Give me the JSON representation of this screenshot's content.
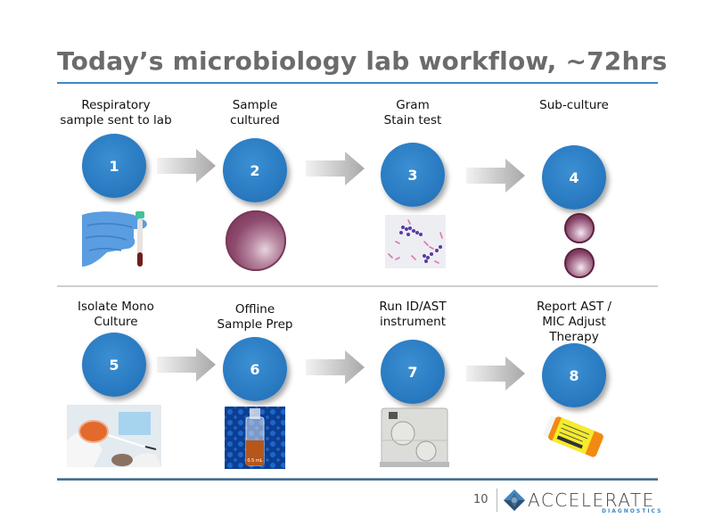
{
  "slide": {
    "title": "Today’s microbiology lab workflow, ~72hrs",
    "page_number": "10"
  },
  "steps": [
    {
      "number": "1",
      "label_lines": [
        "Respiratory",
        "sample sent to lab"
      ],
      "image": "gloved-hand-holding-blood-sample-tube"
    },
    {
      "number": "2",
      "label_lines": [
        "Sample",
        "cultured"
      ],
      "image": "culture-petri-dish"
    },
    {
      "number": "3",
      "label_lines": [
        "Gram",
        "Stain test"
      ],
      "image": "gram-stain-micrograph"
    },
    {
      "number": "4",
      "label_lines": [
        "Sub-culture"
      ],
      "image": "two-petri-dishes"
    },
    {
      "number": "5",
      "label_lines": [
        "Isolate Mono",
        "Culture"
      ],
      "image": "lab-technician-with-culture-plate"
    },
    {
      "number": "6",
      "label_lines": [
        "Offline",
        "Sample Prep"
      ],
      "image": "sample-vial-in-rack"
    },
    {
      "number": "7",
      "label_lines": [
        "Run ID/AST",
        "instrument"
      ],
      "image": "id-ast-instrument"
    },
    {
      "number": "8",
      "label_lines": [
        "Report AST /",
        "MIC Adjust",
        "Therapy"
      ],
      "image": "prescription-pill-bottle"
    }
  ],
  "logo": {
    "name": "ACCELERATE",
    "tagline": "DIAGNOSTICS",
    "icon": "hexagon-logo-icon"
  },
  "colors": {
    "title_text": "#6b6b6b",
    "step_circle": "#2a7bc2",
    "top_rule": "#3d87c6",
    "bottom_rule": "#466d8e",
    "arrow": "#b5b5b5"
  }
}
